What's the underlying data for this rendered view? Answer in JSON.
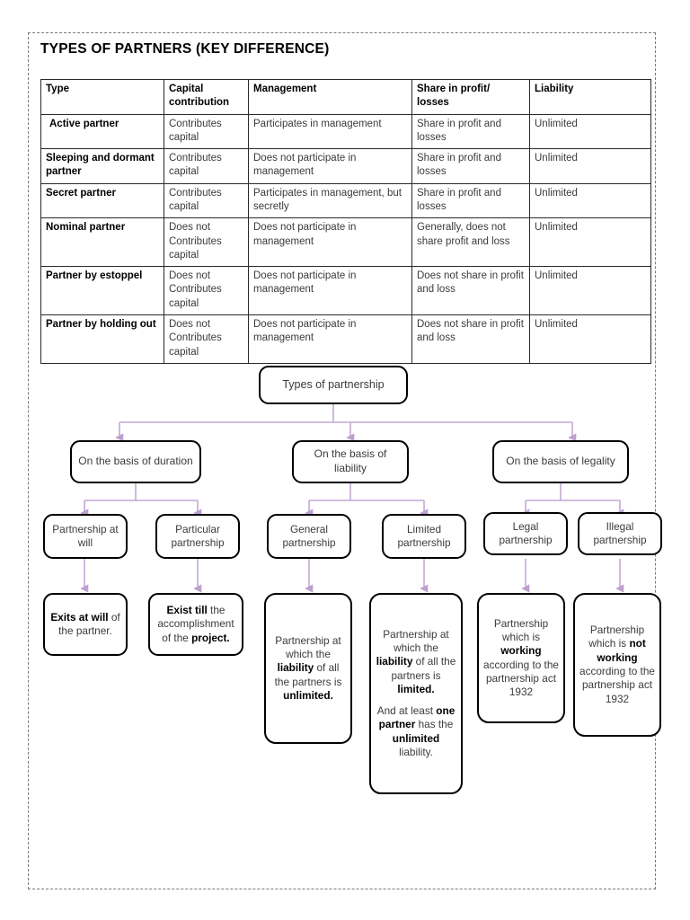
{
  "document": {
    "title": "TYPES OF PARTNERS (KEY DIFFERENCE)",
    "frame_style": "dashed-border"
  },
  "colors": {
    "connector": "#c4a8d4",
    "node_border": "#000000",
    "table_border": "#2a2a2a",
    "text": "#3b3b3b",
    "heading_text": "#000000"
  },
  "table": {
    "name": "types-of-partners-table",
    "headers": [
      "Type",
      "Capital contribution",
      "Management",
      "Share in profit/ losses",
      "Liability"
    ],
    "rows": [
      {
        "type": "Active partner",
        "capital": "Contributes capital",
        "management": "Participates in management",
        "share": "Share in profit and losses",
        "liability": "Unlimited"
      },
      {
        "type": "Sleeping and dormant partner",
        "capital": "Contributes capital",
        "management": "Does not participate in management",
        "share": "Share in profit and losses",
        "liability": "Unlimited"
      },
      {
        "type": "Secret partner",
        "capital": "Contributes capital",
        "management": "Participates in management, but secretly",
        "share": "Share in profit and losses",
        "liability": "Unlimited"
      },
      {
        "type": "Nominal partner",
        "capital": "Does not Contributes capital",
        "management": "Does not participate in management",
        "share": "Generally, does not share profit and loss",
        "liability": "Unlimited"
      },
      {
        "type": "Partner by estoppel",
        "capital": "Does not Contributes capital",
        "management": "Does not participate in management",
        "share": "Does not share in profit and loss",
        "liability": "Unlimited"
      },
      {
        "type": "Partner by holding out",
        "capital": "Does not Contributes capital",
        "management": "Does not participate in management",
        "share": "Does not share in profit and loss",
        "liability": "Unlimited"
      }
    ]
  },
  "flowchart": {
    "root": "Types of partnership",
    "branches": [
      {
        "label": "On the basis of duration"
      },
      {
        "label": "On the basis of liability"
      },
      {
        "label": "On the basis of legality"
      }
    ],
    "types": [
      {
        "label": "Partnership at will"
      },
      {
        "label": "Particular partnership"
      },
      {
        "label": "General partnership"
      },
      {
        "label": "Limited partnership"
      },
      {
        "label": "Legal partnership"
      },
      {
        "label": "Illegal partnership"
      }
    ],
    "descriptions": [
      {
        "html": "<b>Exits at will</b> of the partner."
      },
      {
        "html": "<b>Exist till</b> the accomplishment of the <b>project.</b>"
      },
      {
        "html": "Partnership at which the <b>liability</b> of all the partners is <b>unlimited.</b>"
      },
      {
        "html": "<p>Partnership at which the <b>liability</b> of all the partners is <b>limited.</b></p><p>And at least <b>one partner</b> has the <b>unlimited</b> liability.</p>"
      },
      {
        "html": "Partnership which is <b>working</b> according to the partnership act 1932"
      },
      {
        "html": "Partnership which is <b>not working</b> according to the partnership act 1932"
      }
    ]
  }
}
